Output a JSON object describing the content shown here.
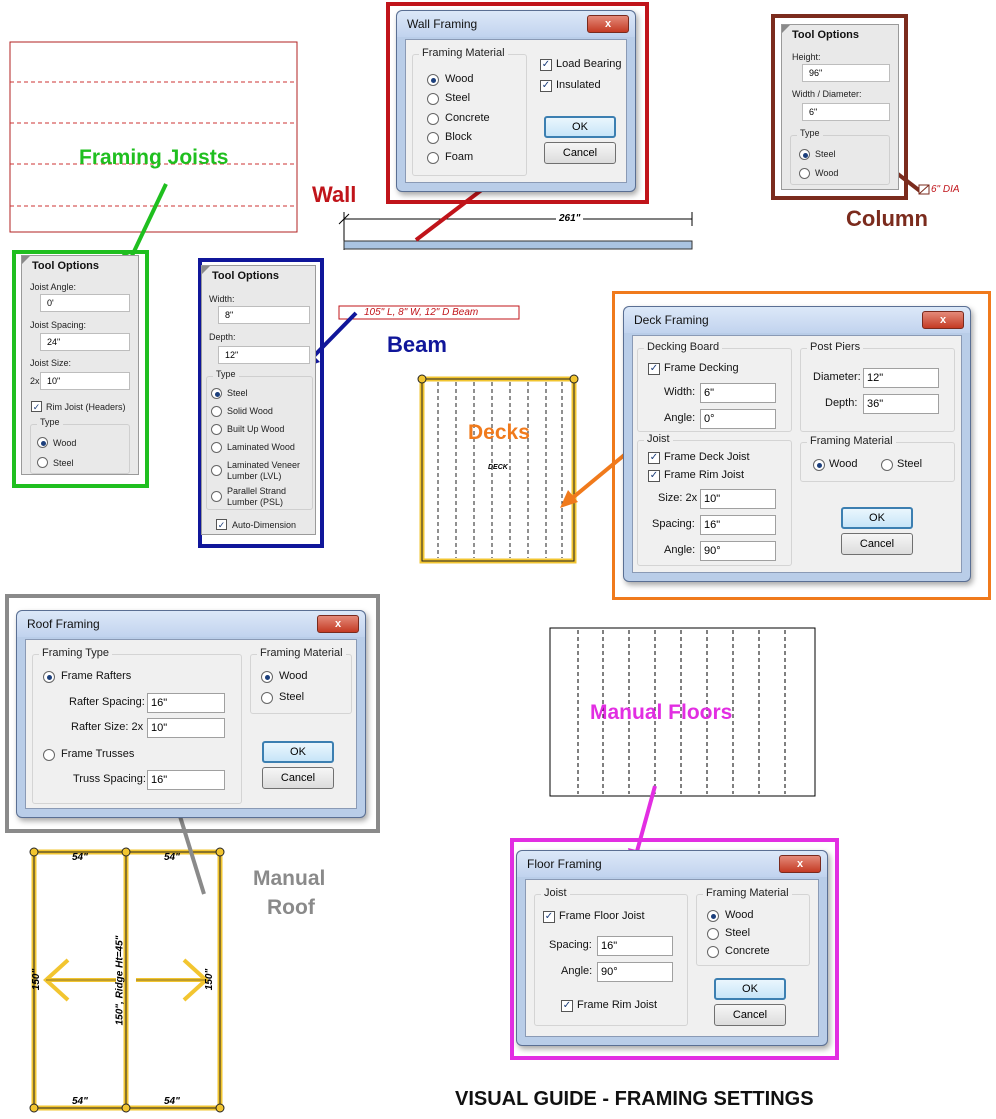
{
  "labels": {
    "framing_joists": "Framing Joists",
    "wall": "Wall",
    "column": "Column",
    "beam": "Beam",
    "decks": "Decks",
    "manual_floors": "Manual Floors",
    "manual_roof_line1": "Manual",
    "manual_roof_line2": "Roof",
    "footer": "VISUAL GUIDE - FRAMING SETTINGS"
  },
  "colors": {
    "joists": "#1fbf1f",
    "wall": "#c0141a",
    "column": "#7b2b1d",
    "beam": "#10169a",
    "decks": "#f07a1c",
    "floors": "#e22ee2",
    "roof": "#8a8a8a"
  },
  "wall_plan": {
    "dimension": "261\""
  },
  "column_plan": {
    "label": "6\" DIA"
  },
  "beam_plan": {
    "label": "105\" L, 8\" W, 12\" D Beam"
  },
  "deck_plan": {
    "label": "DECK"
  },
  "roof_plan": {
    "top_left": "54\"",
    "top_right": "54\"",
    "bottom_left": "54\"",
    "bottom_right": "54\"",
    "left_side": "150\"",
    "right_side": "150\"",
    "ridge": "150\", Ridge Ht=45\""
  },
  "wall_dialog": {
    "title": "Wall Framing",
    "close": "x",
    "group_label": "Framing Material",
    "options": [
      "Wood",
      "Steel",
      "Concrete",
      "Block",
      "Foam"
    ],
    "selected": "Wood",
    "load_bearing": "Load Bearing",
    "insulated": "Insulated",
    "ok": "OK",
    "cancel": "Cancel"
  },
  "column_tool": {
    "title": "Tool Options",
    "height_label": "Height:",
    "height_value": "96\"",
    "width_label": "Width / Diameter:",
    "width_value": "6\"",
    "type_label": "Type",
    "options": [
      "Steel",
      "Wood"
    ],
    "selected": "Steel"
  },
  "joist_tool": {
    "title": "Tool Options",
    "angle_label": "Joist Angle:",
    "angle_value": "0'",
    "spacing_label": "Joist Spacing:",
    "spacing_value": "24\"",
    "size_label": "Joist Size:",
    "size_prefix": "2x",
    "size_value": "10\"",
    "rim_label": "Rim Joist (Headers)",
    "type_label": "Type",
    "options": [
      "Wood",
      "Steel"
    ],
    "selected": "Wood"
  },
  "beam_tool": {
    "title": "Tool Options",
    "width_label": "Width:",
    "width_value": "8\"",
    "depth_label": "Depth:",
    "depth_value": "12\"",
    "type_label": "Type",
    "options": [
      "Steel",
      "Solid Wood",
      "Built Up Wood",
      "Laminated Wood",
      "Laminated Veneer",
      "Lumber (LVL)",
      "Parallel Strand",
      "Lumber (PSL)"
    ],
    "selected": "Steel",
    "auto_dimension": "Auto-Dimension"
  },
  "deck_dialog": {
    "title": "Deck Framing",
    "close": "x",
    "decking_group": "Decking Board",
    "frame_decking": "Frame Decking",
    "width_label": "Width:",
    "width_value": "6\"",
    "angle_label": "Angle:",
    "angle_value": "0°",
    "post_group": "Post Piers",
    "diameter_label": "Diameter:",
    "diameter_value": "12\"",
    "depth_label": "Depth:",
    "depth_value": "36\"",
    "joist_group": "Joist",
    "frame_deck_joist": "Frame Deck Joist",
    "frame_rim_joist": "Frame Rim Joist",
    "size_label": "Size: 2x",
    "size_value": "10\"",
    "spacing_label": "Spacing:",
    "spacing_value": "16\"",
    "joist_angle_label": "Angle:",
    "joist_angle_value": "90°",
    "material_group": "Framing Material",
    "material_options": [
      "Wood",
      "Steel"
    ],
    "material_selected": "Wood",
    "ok": "OK",
    "cancel": "Cancel"
  },
  "roof_dialog": {
    "title": "Roof Framing",
    "close": "x",
    "type_group": "Framing Type",
    "frame_rafters": "Frame Rafters",
    "rafter_spacing_label": "Rafter Spacing:",
    "rafter_spacing_value": "16\"",
    "rafter_size_label": "Rafter Size:  2x",
    "rafter_size_value": "10\"",
    "frame_trusses": "Frame Trusses",
    "truss_spacing_label": "Truss Spacing:",
    "truss_spacing_value": "16\"",
    "material_group": "Framing Material",
    "material_options": [
      "Wood",
      "Steel"
    ],
    "material_selected": "Wood",
    "ok": "OK",
    "cancel": "Cancel"
  },
  "floor_dialog": {
    "title": "Floor Framing",
    "close": "x",
    "joist_group": "Joist",
    "frame_floor_joist": "Frame Floor Joist",
    "spacing_label": "Spacing:",
    "spacing_value": "16\"",
    "angle_label": "Angle:",
    "angle_value": "90°",
    "frame_rim_joist": "Frame Rim Joist",
    "material_group": "Framing Material",
    "material_options": [
      "Wood",
      "Steel",
      "Concrete"
    ],
    "material_selected": "Wood",
    "ok": "OK",
    "cancel": "Cancel"
  }
}
